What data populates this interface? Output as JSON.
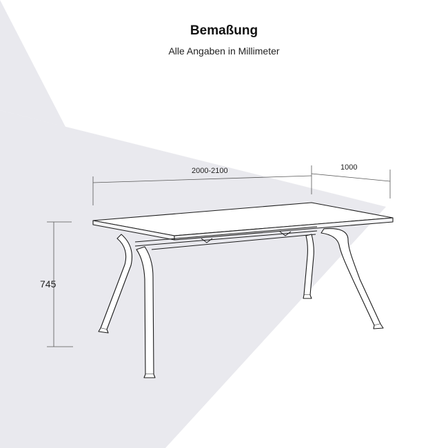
{
  "header": {
    "title": "Bemaßung",
    "subtitle": "Alle Angaben in Millimeter"
  },
  "dimensions": {
    "length": "2000-2100",
    "depth": "1000",
    "height": "745"
  },
  "colors": {
    "background_shape": "#e9e9ee",
    "line": "#1a1a1a",
    "dimension_line": "#555555"
  }
}
